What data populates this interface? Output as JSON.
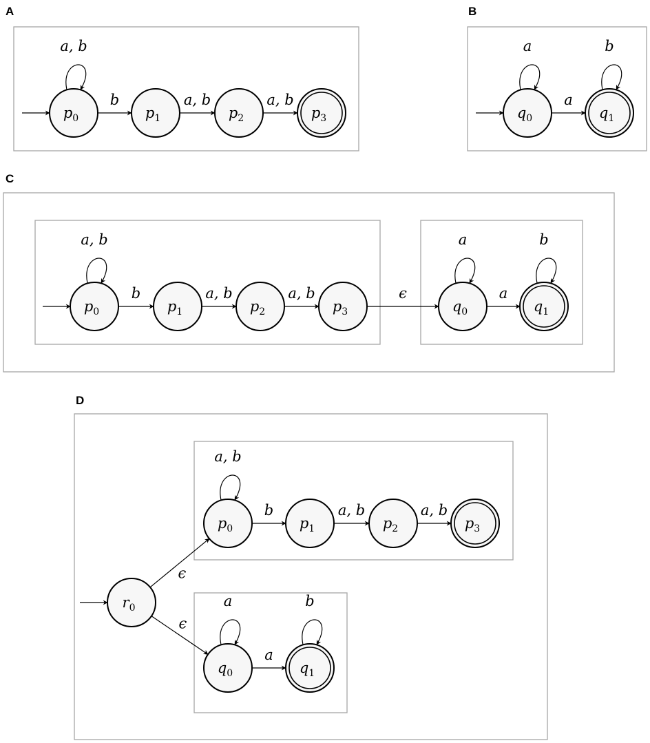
{
  "panels": [
    {
      "id": "A",
      "label": "A",
      "states": [
        {
          "id": "p0",
          "base": "p",
          "sub": "0",
          "accept": false,
          "initial": true
        },
        {
          "id": "p1",
          "base": "p",
          "sub": "1",
          "accept": false
        },
        {
          "id": "p2",
          "base": "p",
          "sub": "2",
          "accept": false
        },
        {
          "id": "p3",
          "base": "p",
          "sub": "3",
          "accept": true
        }
      ],
      "edges": [
        {
          "from": "p0",
          "to": "p0",
          "label": "a, b"
        },
        {
          "from": "p0",
          "to": "p1",
          "label": "b"
        },
        {
          "from": "p1",
          "to": "p2",
          "label": "a, b"
        },
        {
          "from": "p2",
          "to": "p3",
          "label": "a, b"
        }
      ]
    },
    {
      "id": "B",
      "label": "B",
      "states": [
        {
          "id": "q0",
          "base": "q",
          "sub": "0",
          "accept": false,
          "initial": true
        },
        {
          "id": "q1",
          "base": "q",
          "sub": "1",
          "accept": true
        }
      ],
      "edges": [
        {
          "from": "q0",
          "to": "q0",
          "label": "a"
        },
        {
          "from": "q1",
          "to": "q1",
          "label": "b"
        },
        {
          "from": "q0",
          "to": "q1",
          "label": "a"
        }
      ]
    },
    {
      "id": "C",
      "label": "C",
      "states": [
        {
          "id": "p0",
          "base": "p",
          "sub": "0",
          "accept": false,
          "initial": true
        },
        {
          "id": "p1",
          "base": "p",
          "sub": "1",
          "accept": false
        },
        {
          "id": "p2",
          "base": "p",
          "sub": "2",
          "accept": false
        },
        {
          "id": "p3",
          "base": "p",
          "sub": "3",
          "accept": false
        },
        {
          "id": "q0",
          "base": "q",
          "sub": "0",
          "accept": false
        },
        {
          "id": "q1",
          "base": "q",
          "sub": "1",
          "accept": true
        }
      ],
      "edges": [
        {
          "from": "p0",
          "to": "p0",
          "label": "a, b"
        },
        {
          "from": "p0",
          "to": "p1",
          "label": "b"
        },
        {
          "from": "p1",
          "to": "p2",
          "label": "a, b"
        },
        {
          "from": "p2",
          "to": "p3",
          "label": "a, b"
        },
        {
          "from": "p3",
          "to": "q0",
          "label": "ϵ"
        },
        {
          "from": "q0",
          "to": "q0",
          "label": "a"
        },
        {
          "from": "q1",
          "to": "q1",
          "label": "b"
        },
        {
          "from": "q0",
          "to": "q1",
          "label": "a"
        }
      ]
    },
    {
      "id": "D",
      "label": "D",
      "states": [
        {
          "id": "r0",
          "base": "r",
          "sub": "0",
          "accept": false,
          "initial": true
        },
        {
          "id": "p0",
          "base": "p",
          "sub": "0",
          "accept": false
        },
        {
          "id": "p1",
          "base": "p",
          "sub": "1",
          "accept": false
        },
        {
          "id": "p2",
          "base": "p",
          "sub": "2",
          "accept": false
        },
        {
          "id": "p3",
          "base": "p",
          "sub": "3",
          "accept": true
        },
        {
          "id": "q0",
          "base": "q",
          "sub": "0",
          "accept": false
        },
        {
          "id": "q1",
          "base": "q",
          "sub": "1",
          "accept": true
        }
      ],
      "edges": [
        {
          "from": "r0",
          "to": "p0",
          "label": "ϵ"
        },
        {
          "from": "r0",
          "to": "q0",
          "label": "ϵ"
        },
        {
          "from": "p0",
          "to": "p0",
          "label": "a, b"
        },
        {
          "from": "p0",
          "to": "p1",
          "label": "b"
        },
        {
          "from": "p1",
          "to": "p2",
          "label": "a, b"
        },
        {
          "from": "p2",
          "to": "p3",
          "label": "a, b"
        },
        {
          "from": "q0",
          "to": "q0",
          "label": "a"
        },
        {
          "from": "q1",
          "to": "q1",
          "label": "b"
        },
        {
          "from": "q0",
          "to": "q1",
          "label": "a"
        }
      ]
    }
  ]
}
